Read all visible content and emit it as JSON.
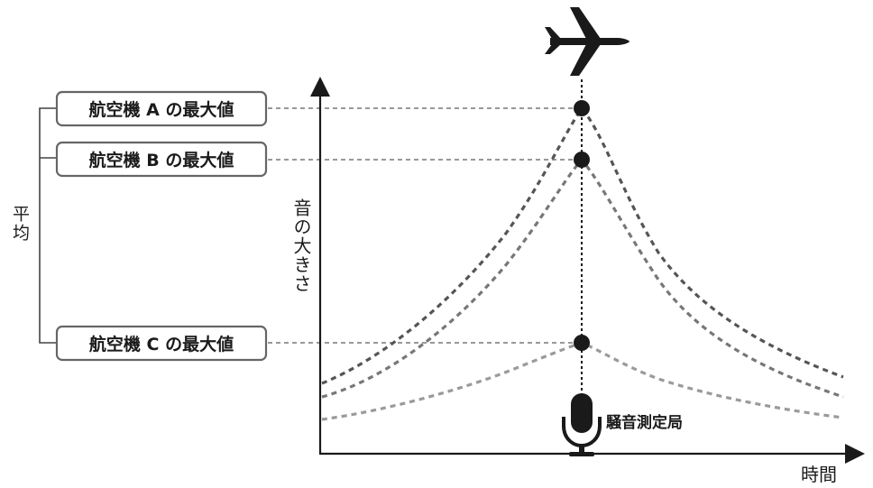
{
  "labels": {
    "max_a": "航空機 A の最大値",
    "max_b": "航空機 B の最大値",
    "max_c": "航空機 C の最大値",
    "average": "平均",
    "y_axis": "音の大きさ",
    "x_axis": "時間",
    "station": "騒音測定局"
  },
  "icons": {
    "airplane": "airplane-icon",
    "microphone": "microphone-icon"
  },
  "colors": {
    "ink": "#1a1a1a",
    "curve_a": "#555555",
    "curve_b": "#777777",
    "curve_c": "#9a9a9a",
    "leader": "#777777",
    "box_border": "#666666"
  }
}
